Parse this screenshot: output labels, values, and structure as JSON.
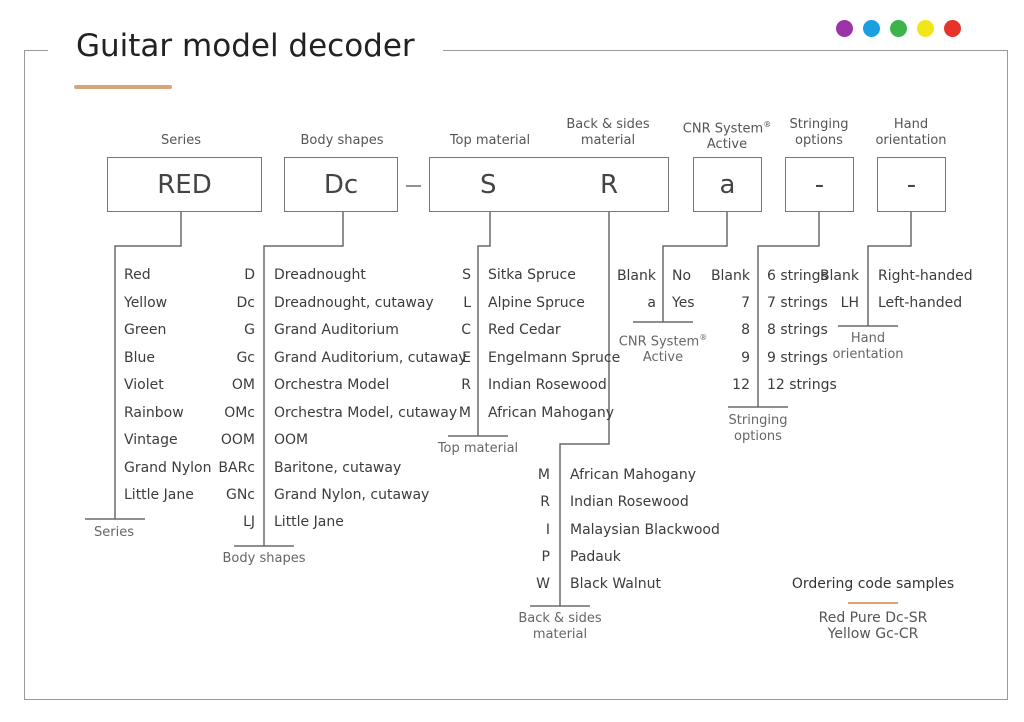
{
  "title": "Guitar model decoder",
  "brand_dots": [
    "#9c33a8",
    "#1aa0e0",
    "#3cb44a",
    "#f2e61a",
    "#e8332a"
  ],
  "headers": {
    "series": "Series",
    "body": "Body shapes",
    "top": "Top material",
    "back_1": "Back & sides",
    "back_2": "material",
    "cnr_1": "CNR System",
    "cnr_reg": "®",
    "cnr_2": "Active",
    "string_1": "Stringing",
    "string_2": "options",
    "hand_1": "Hand",
    "hand_2": "orientation"
  },
  "code": {
    "series": "RED",
    "body": "Dc",
    "dash": "–",
    "top": "S",
    "back": "R",
    "cnr": "a",
    "stringing": "-",
    "hand": "-"
  },
  "series_list": [
    "Red",
    "Yellow",
    "Green",
    "Blue",
    "Violet",
    "Rainbow",
    "Vintage",
    "Grand Nylon",
    "Little Jane"
  ],
  "series_caption": "Series",
  "body_list": [
    {
      "code": "D",
      "name": "Dreadnought"
    },
    {
      "code": "Dc",
      "name": "Dreadnought, cutaway"
    },
    {
      "code": "G",
      "name": "Grand Auditorium"
    },
    {
      "code": "Gc",
      "name": "Grand Auditorium, cutaway"
    },
    {
      "code": "OM",
      "name": "Orchestra Model"
    },
    {
      "code": "OMc",
      "name": "Orchestra Model, cutaway"
    },
    {
      "code": "OOM",
      "name": "OOM"
    },
    {
      "code": "BARc",
      "name": "Baritone, cutaway"
    },
    {
      "code": "GNc",
      "name": "Grand Nylon, cutaway"
    },
    {
      "code": "LJ",
      "name": "Little Jane"
    }
  ],
  "body_caption": "Body shapes",
  "top_list": [
    {
      "code": "S",
      "name": "Sitka Spruce"
    },
    {
      "code": "L",
      "name": "Alpine Spruce"
    },
    {
      "code": "C",
      "name": "Red Cedar"
    },
    {
      "code": "E",
      "name": "Engelmann Spruce"
    },
    {
      "code": "R",
      "name": "Indian Rosewood"
    },
    {
      "code": "M",
      "name": "African Mahogany"
    }
  ],
  "top_caption": "Top material",
  "back_list": [
    {
      "code": "M",
      "name": "African Mahogany"
    },
    {
      "code": "R",
      "name": "Indian Rosewood"
    },
    {
      "code": "I",
      "name": "Malaysian Blackwood"
    },
    {
      "code": "P",
      "name": "Padauk"
    },
    {
      "code": "W",
      "name": "Black Walnut"
    }
  ],
  "back_caption_1": "Back & sides",
  "back_caption_2": "material",
  "cnr_list": [
    {
      "code": "Blank",
      "name": "No"
    },
    {
      "code": "a",
      "name": "Yes"
    }
  ],
  "cnr_caption_1": "CNR System",
  "cnr_caption_reg": "®",
  "cnr_caption_2": "Active",
  "string_list": [
    {
      "code": "Blank",
      "name": "6 strings"
    },
    {
      "code": "7",
      "name": "7 strings"
    },
    {
      "code": "8",
      "name": "8 strings"
    },
    {
      "code": "9",
      "name": "9 strings"
    },
    {
      "code": "12",
      "name": "12 strings"
    }
  ],
  "string_caption_1": "Stringing",
  "string_caption_2": "options",
  "hand_list": [
    {
      "code": "Blank",
      "name": "Right-handed"
    },
    {
      "code": "LH",
      "name": "Left-handed"
    }
  ],
  "hand_caption_1": "Hand",
  "hand_caption_2": "orientation",
  "samples": {
    "title": "Ordering code samples",
    "items": [
      "Red Pure Dc-SR",
      "Yellow Gc-CR"
    ]
  }
}
